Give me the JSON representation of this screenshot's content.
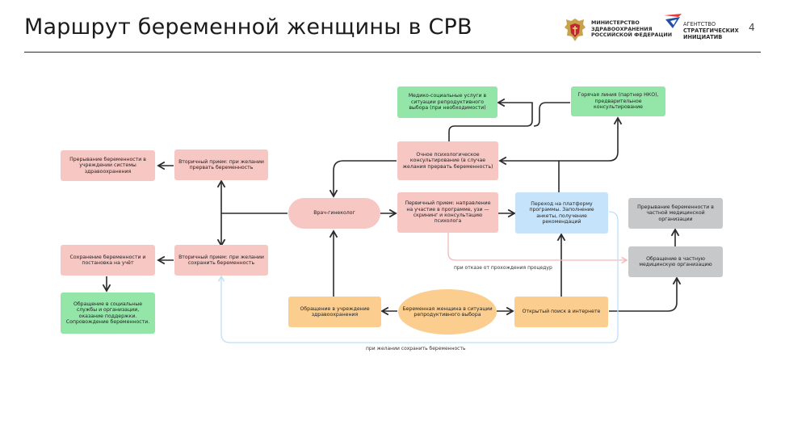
{
  "header": {
    "title": "Маршрут беременной женщины в СРВ",
    "page_number": "4",
    "ministry_logo_line1": "МИНИСТЕРСТВО",
    "ministry_logo_line2": "ЗДРАВООХРАНЕНИЯ",
    "ministry_logo_line3": "РОССИЙСКОЙ ФЕДЕРАЦИИ",
    "asi_logo_line1": "АГЕНТСТВО",
    "asi_logo_line2": "СТРАТЕГИЧЕСКИХ",
    "asi_logo_line3": "ИНИЦИАТИВ"
  },
  "colors": {
    "pink": "#f7c7c4",
    "green": "#93e6a8",
    "blue": "#c5e4fb",
    "orange": "#fbcd8e",
    "gray": "#c6c8c9",
    "arrow": "#2b2b2b",
    "light_pink_arrow": "#f2b9b6",
    "light_blue_arrow": "#bfe0f6"
  },
  "nodes": {
    "abortion_institution": "Прерывание беременности в учреждении системы здравоохранения",
    "secondary_abort": "Вторичный прием: при желании прервать беременность",
    "medsocial_services": "Медико-социальные услуги в ситуации репродуктивного выбора (при необходимости)",
    "hotline": "Горячая линия (партнер НКО), предварительное консультирование",
    "psych_consult": "Очное психологическое консультирование (в случае желания прервать беременность)",
    "gynecologist": "Врач-гинеколог",
    "primary_visit": "Первичный прием: направление на участие в программе, узи — скрининг и консультацию психолога",
    "platform": "Переход на платформу программы. Заполнение анкеты, получение рекомендаций",
    "abortion_private": "Прерывание беременности в частной медицинской организации",
    "keep_register": "Сохранение беременности и постановка на учёт",
    "secondary_keep": "Вторичный прием: при желании сохранить беременность",
    "private_clinic": "Обращение в частную медицинскую организацию",
    "social_services": "Обращение в социальные службы и организации, оказание поддержки. Сопровождение беременности.",
    "institution_visit": "Обращение в учреждение здравоохранения",
    "pregnant_woman": "Беременная женщина в ситуации репродуктивного выбора",
    "internet_search": "Открытый поиск в интернете"
  },
  "edge_labels": {
    "refusal": "при отказе от прохождения процедур",
    "keep_wish": "при желании сохранить беременность"
  }
}
